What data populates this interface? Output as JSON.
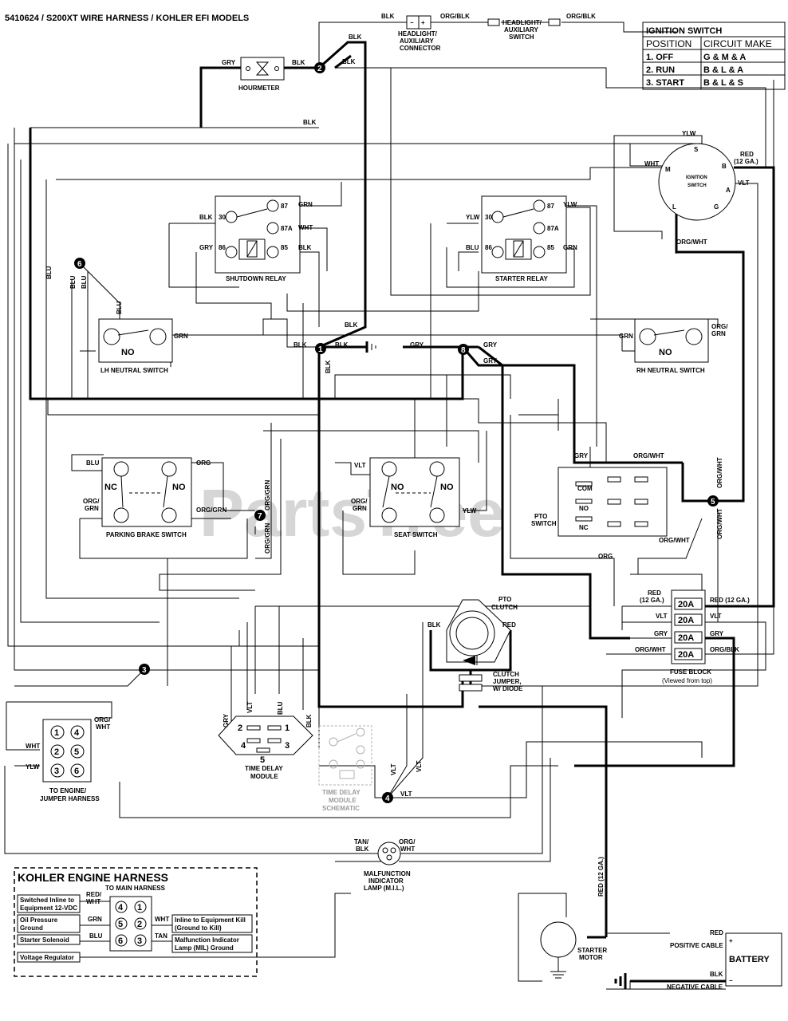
{
  "title": "5410624 / S200XT WIRE HARNESS / KOHLER EFI MODELS",
  "watermark": "PartsTree",
  "ignition_table": {
    "title": "IGNITION SWITCH",
    "headers": [
      "POSITION",
      "CIRCUIT MAKE"
    ],
    "rows": [
      [
        "1. OFF",
        "G & M & A"
      ],
      [
        "2. RUN",
        "B & L & A"
      ],
      [
        "3. START",
        "B & L & S"
      ]
    ]
  },
  "components": {
    "hourmeter": "HOURMETER",
    "headlight_connector": [
      "HEADLIGHT/",
      "AUXILIARY",
      "CONNECTOR"
    ],
    "headlight_switch": [
      "HEADLIGHT/",
      "AUXILIARY",
      "SWITCH"
    ],
    "shutdown_relay": "SHUTDOWN RELAY",
    "starter_relay": "STARTER RELAY",
    "ignition_switch": [
      "IGNITION",
      "SWITCH"
    ],
    "lh_neutral": "LH NEUTRAL SWITCH",
    "rh_neutral": "RH NEUTRAL SWITCH",
    "parking_brake": "PARKING BRAKE SWITCH",
    "seat_switch": "SEAT SWITCH",
    "pto_switch": [
      "PTO",
      "SWITCH"
    ],
    "pto_clutch": [
      "PTO",
      "CLUTCH"
    ],
    "clutch_jumper": [
      "CLUTCH",
      "JUMPER,",
      "W/ DIODE"
    ],
    "fuse_block": [
      "FUSE BLOCK",
      "(Viewed from top)"
    ],
    "time_delay": [
      "TIME DELAY",
      "MODULE"
    ],
    "time_delay_schematic": [
      "TIME DELAY",
      "MODULE",
      "SCHEMATIC"
    ],
    "engine_jumper": [
      "TO ENGINE/",
      "JUMPER HARNESS"
    ],
    "mil": [
      "MALFUNCTION",
      "INDICATOR",
      "LAMP (M.I.L.)"
    ],
    "starter_motor": [
      "STARTER",
      "MOTOR"
    ],
    "battery": "BATTERY",
    "positive_cable": "POSITIVE CABLE",
    "negative_cable": "NEGATIVE CABLE"
  },
  "switch_labels": {
    "no": "NO",
    "nc": "NC",
    "com": "COM"
  },
  "terminals": {
    "ign": [
      "S",
      "B",
      "A",
      "G",
      "L",
      "M"
    ],
    "relay": [
      "30",
      "87",
      "87A",
      "86",
      "85"
    ],
    "td": [
      "1",
      "2",
      "3",
      "4",
      "5"
    ],
    "jumper": [
      "1",
      "2",
      "3",
      "4",
      "5",
      "6"
    ],
    "splices": [
      "1",
      "2",
      "3",
      "4",
      "5",
      "6",
      "7",
      "8"
    ]
  },
  "fuses": [
    "20A",
    "20A",
    "20A",
    "20A"
  ],
  "wire_labels": {
    "blk": "BLK",
    "gry": "GRY",
    "grn": "GRN",
    "wht": "WHT",
    "ylw": "YLW",
    "blu": "BLU",
    "org": "ORG",
    "red": "RED",
    "vlt": "VLT",
    "tan": "TAN",
    "org_blk": "ORG/BLK",
    "org_wht": "ORG/WHT",
    "org_grn": "ORG/GRN",
    "red_12": "RED (12 GA.)",
    "red_wht": "RED/ WHT",
    "tan_blk": "TAN/ BLK",
    "red_12_stack": [
      "RED",
      "(12 GA.)"
    ],
    "org_grn_stack": [
      "ORG/",
      "GRN"
    ],
    "org_wht_stack": [
      "ORG/",
      "WHT"
    ],
    "tan_blk_stack": [
      "TAN/",
      "BLK"
    ],
    "red_wht_stack": [
      "RED/",
      "WHT"
    ]
  },
  "kohler": {
    "title": "KOHLER ENGINE HARNESS",
    "subtitle": "TO MAIN HARNESS",
    "left": [
      [
        "Switched Inline to",
        "Equipment 12-VDC"
      ],
      [
        "Oil Pressure",
        "Ground"
      ],
      [
        "Starter Solenoid"
      ],
      [
        "Voltage Regulator"
      ]
    ],
    "right": [
      [
        "Inline to Equipment Kill",
        "(Ground to Kill)"
      ],
      [
        "Malfunction Indicator",
        "Lamp (MIL) Ground"
      ]
    ],
    "pins": [
      "4",
      "1",
      "5",
      "2",
      "6",
      "3"
    ]
  }
}
